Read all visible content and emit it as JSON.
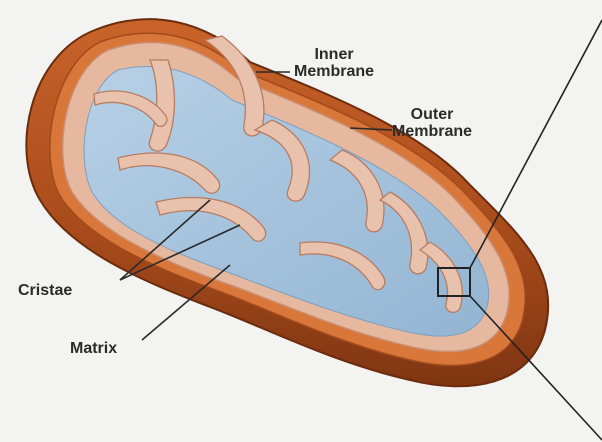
{
  "labels": {
    "inner_membrane": {
      "line1": "Inner",
      "line2": "Membrane"
    },
    "outer_membrane": {
      "line1": "Outer",
      "line2": "Membrane"
    },
    "cristae": "Cristae",
    "matrix": "Matrix"
  },
  "colors": {
    "outer_shell": "#b2541f",
    "shell_rim": "#d9763a",
    "inner_membrane": "#e6b8a0",
    "matrix": "#a9c6df",
    "leader_line": "#2a2a2a"
  }
}
